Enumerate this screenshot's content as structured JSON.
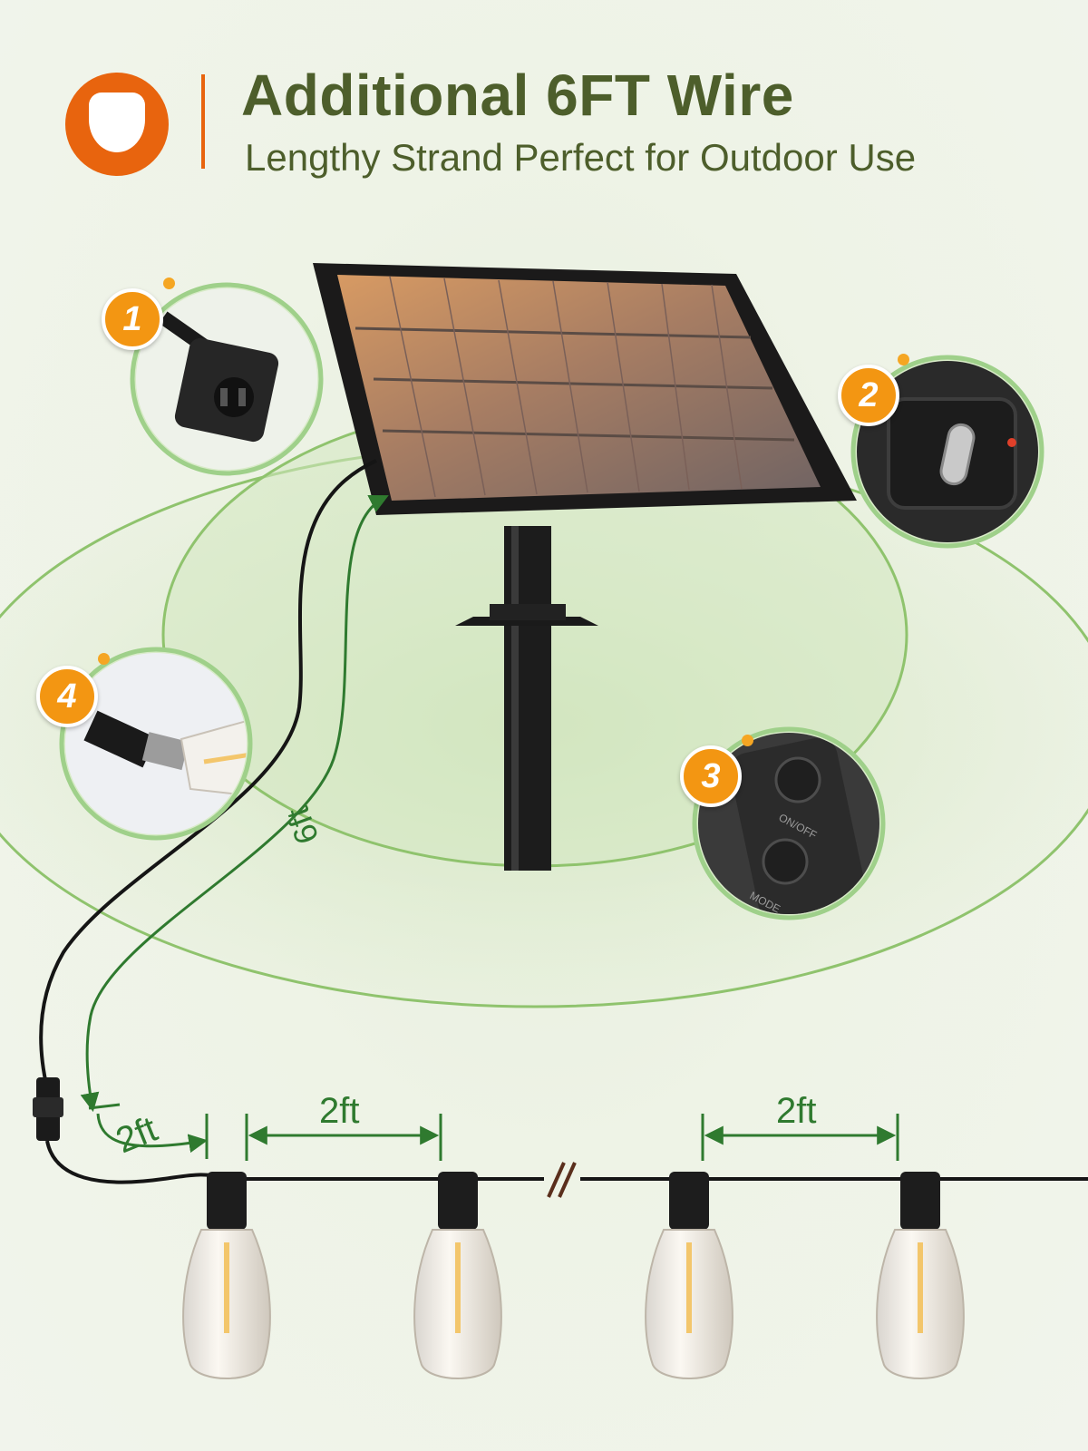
{
  "header": {
    "title": "Additional 6FT Wire",
    "subtitle": "Lengthy Strand Perfect for Outdoor Use"
  },
  "callouts": [
    {
      "number": "1",
      "icon": "connector-plug-icon"
    },
    {
      "number": "2",
      "icon": "usb-c-port-icon"
    },
    {
      "number": "3",
      "icon": "power-mode-buttons-icon"
    },
    {
      "number": "4",
      "icon": "bulb-socket-icon"
    }
  ],
  "buttons": {
    "on_off": "ON/OFF",
    "mode": "MODE"
  },
  "dimensions": {
    "lead_wire": "6ft",
    "first_gap": "2ft",
    "spacing_left": "2ft",
    "spacing_right": "2ft"
  },
  "colors": {
    "brand_orange": "#e8640e",
    "title_green": "#4d5e2b",
    "badge_orange": "#f39612",
    "dimension_green": "#2f7a2f"
  }
}
